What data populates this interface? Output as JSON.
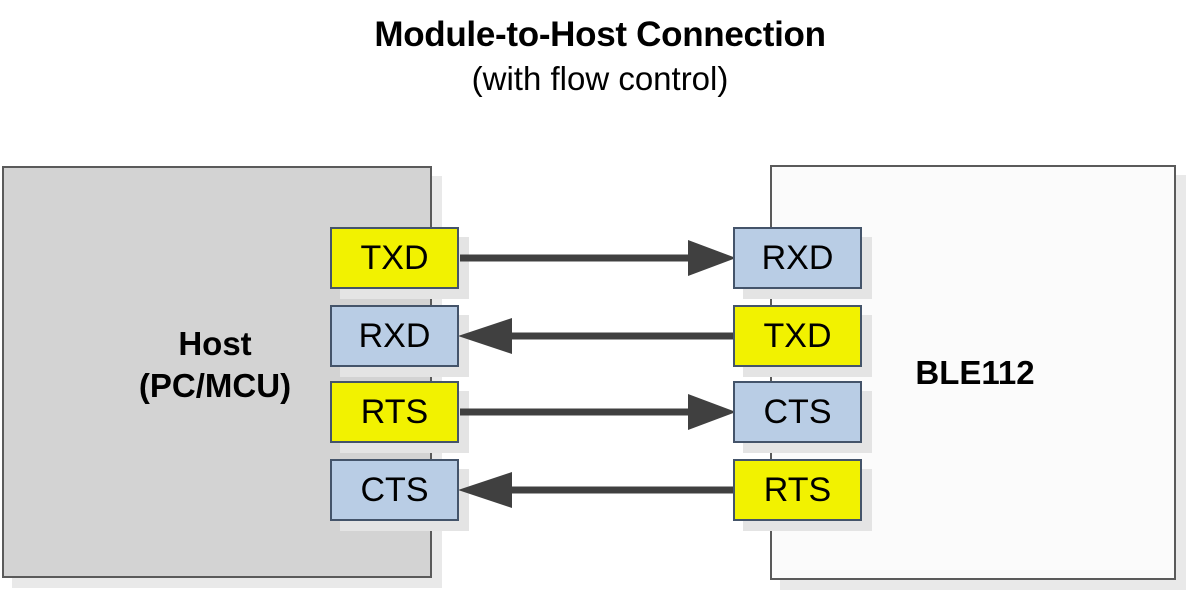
{
  "title": {
    "main": "Module-to-Host Connection",
    "sub": "(with flow control)"
  },
  "colors": {
    "background": "#ffffff",
    "host_fill": "#d3d3d3",
    "host_border": "#5a5a5a",
    "module_fill": "#fbfbfb",
    "module_border": "#5a5a5a",
    "pin_yellow": "#f2f200",
    "pin_blue": "#b9cde5",
    "pin_border": "#44546a",
    "arrow": "#404040",
    "shadow": "#e9e9e9",
    "text": "#000000"
  },
  "host": {
    "name": "host-device",
    "label_line1": "Host",
    "label_line2": "(PC/MCU)",
    "pins": [
      {
        "label": "TXD",
        "color": "yellow",
        "direction": "output"
      },
      {
        "label": "RXD",
        "color": "blue",
        "direction": "input"
      },
      {
        "label": "RTS",
        "color": "yellow",
        "direction": "output"
      },
      {
        "label": "CTS",
        "color": "blue",
        "direction": "input"
      }
    ]
  },
  "module": {
    "name": "ble-module",
    "label": "BLE112",
    "pins": [
      {
        "label": "RXD",
        "color": "blue",
        "direction": "input"
      },
      {
        "label": "TXD",
        "color": "yellow",
        "direction": "output"
      },
      {
        "label": "CTS",
        "color": "blue",
        "direction": "input"
      },
      {
        "label": "RTS",
        "color": "yellow",
        "direction": "output"
      }
    ]
  },
  "connections": [
    {
      "from": "Host TXD",
      "to": "BLE112 RXD",
      "direction": "right"
    },
    {
      "from": "BLE112 TXD",
      "to": "Host RXD",
      "direction": "left"
    },
    {
      "from": "Host RTS",
      "to": "BLE112 CTS",
      "direction": "right"
    },
    {
      "from": "BLE112 RTS",
      "to": "Host CTS",
      "direction": "left"
    }
  ]
}
